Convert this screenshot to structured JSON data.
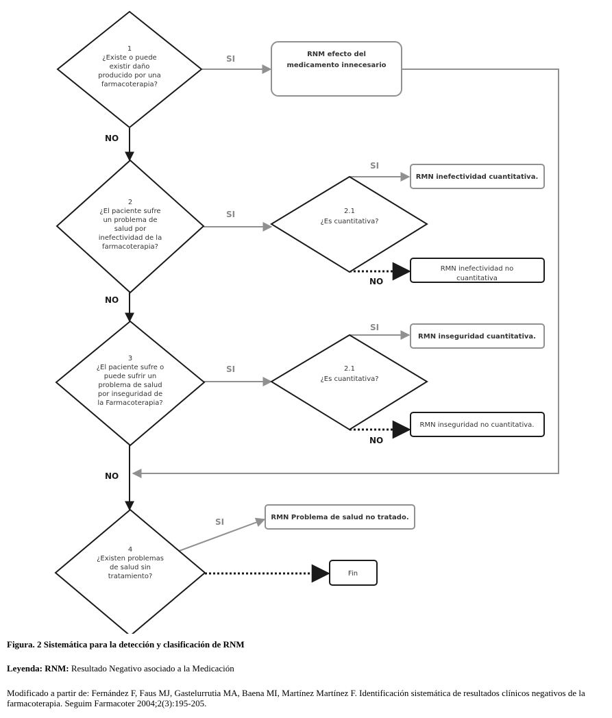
{
  "colors": {
    "primary": "#1a1a1a",
    "secondary": "#909090",
    "secondary_text": "#8a8a8a"
  },
  "nodes": {
    "q1": [
      "1",
      "¿Existe o puede",
      "existir daño",
      "producido por una",
      "farmacoterapia?"
    ],
    "q2": [
      "2",
      "¿El paciente sufre",
      "un problema de",
      "salud por",
      "inefectividad de la",
      "farmacoterapia?"
    ],
    "q2_1": [
      "2.1",
      "¿Es cuantitativa?"
    ],
    "q3": [
      "3",
      "¿El paciente sufre o",
      "puede sufrir un",
      "problema de salud",
      "por inseguridad de",
      "la Farmacoterapia?"
    ],
    "q3_1": [
      "2.1",
      "¿Es cuantitativa?"
    ],
    "q4": [
      "4",
      "¿Existen problemas",
      "de salud sin",
      "tratamiento?"
    ],
    "r1": [
      "RNM efecto del",
      "medicamento innecesario"
    ],
    "r2a": [
      "RMN inefectividad cuantitativa."
    ],
    "r2b": [
      "RMN inefectividad no",
      "cuantitativa"
    ],
    "r3a": [
      "RMN inseguridad cuantitativa."
    ],
    "r3b": [
      "RMN inseguridad no cuantitativa."
    ],
    "r4": [
      "RMN Problema de salud no tratado."
    ],
    "fin": [
      "Fin"
    ]
  },
  "edge_labels": {
    "si_1": "SI",
    "no_1": "NO",
    "si_2": "SI",
    "si_2_1": "SI",
    "no_2_1": "NO",
    "no_2": "NO",
    "si_3": "SI",
    "si_3_1": "SI",
    "no_3_1": "NO",
    "no_3": "NO",
    "si_4": "SI"
  },
  "caption": {
    "title": "Figura. 2 Sistemática para la detección y clasificación de RNM",
    "legend_label": "Leyenda: RNM:",
    "legend_text": " Resultado Negativo asociado a la Medicación",
    "source": "Modificado a partir de: Fernández F, Faus MJ, Gastelurrutia MA, Baena MI, Martínez Martínez F. Identificación sistemática de resultados clínicos negativos de la farmacoterapia. Seguim Farmacoter 2004;2(3):195-205."
  }
}
